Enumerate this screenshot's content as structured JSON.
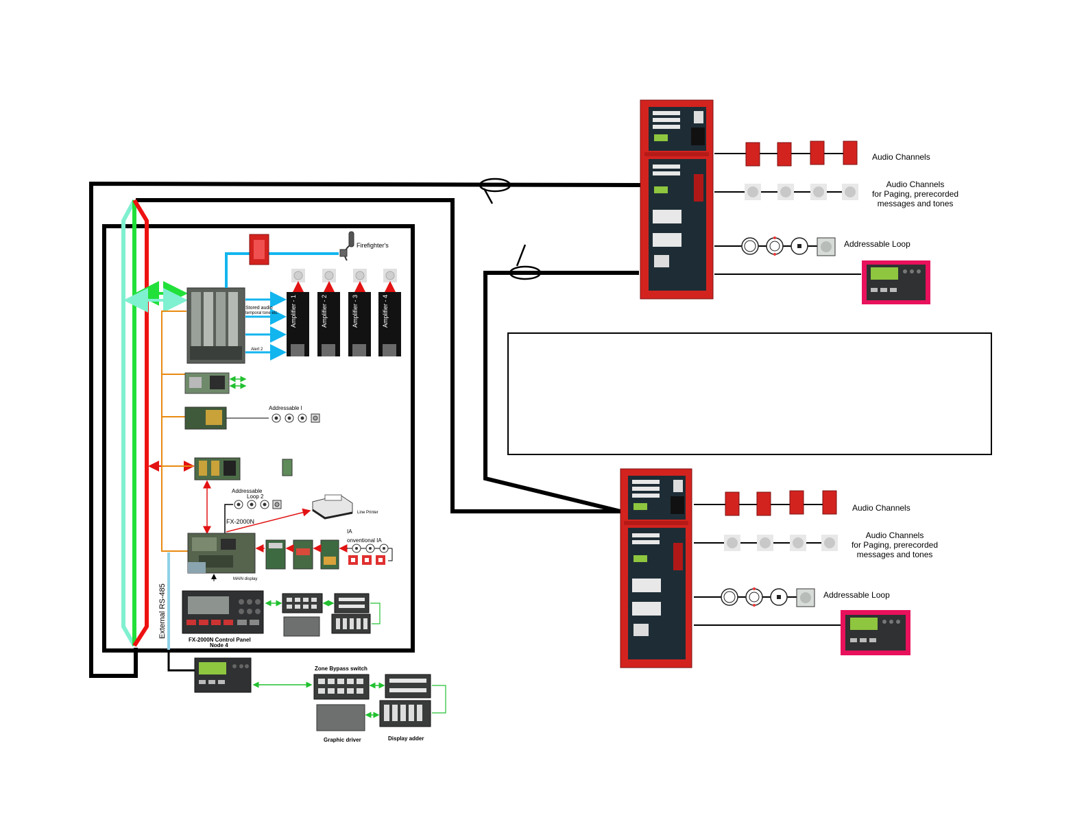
{
  "labels": {
    "firefighters": "Firefighter's",
    "stored_audio_1": "Stored audio",
    "stored_audio_2": "temporal tone etc.",
    "alert2": "Alert 2",
    "amplifiers": [
      "Amplifier - 1",
      "Amplifier - 2",
      "Amplifier - 3",
      "Amplifier - 4"
    ],
    "addressable_1": "Addressable l",
    "addressable_loop2_a": "Addressable",
    "addressable_loop2_b": "Loop 2",
    "line_printer": "Line Printer",
    "fx2000n": "FX-2000N",
    "conventional_a": "IA",
    "conventional_b": "onventional IA",
    "main_display": "MAIN display",
    "external_rs485": "External RS-485",
    "panel_title_1": "FX-2000N Control Panel",
    "panel_title_2": "Node 4",
    "zone_bypass": "Zone Bypass switch",
    "graphic_driver": "Graphic driver",
    "display_adder": "Display adder"
  },
  "node_top": {
    "audio_channels": "Audio Channels",
    "audio_paging_1": "Audio Channels",
    "audio_paging_2": "for Paging, prerecorded",
    "audio_paging_3": "messages and tones",
    "addressable_loop": "Addressable Loop"
  },
  "node_bottom": {
    "audio_channels": "Audio Channels",
    "audio_paging_1": "Audio Channels",
    "audio_paging_2": "for Paging, prerecorded",
    "audio_paging_3": "messages and tones",
    "addressable_loop": "Addressable Loop"
  },
  "colors": {
    "panel_red": "#d3231f",
    "panel_dark": "#1e2d35",
    "annunciator_frame": "#e8115b",
    "lcd_green": "#8ec63f",
    "bus_cyan": "#7ff0d0",
    "bus_green": "#22e03a",
    "bus_red": "#ee1111",
    "link_blue": "#12b5ee",
    "link_orange": "#e88a10"
  }
}
